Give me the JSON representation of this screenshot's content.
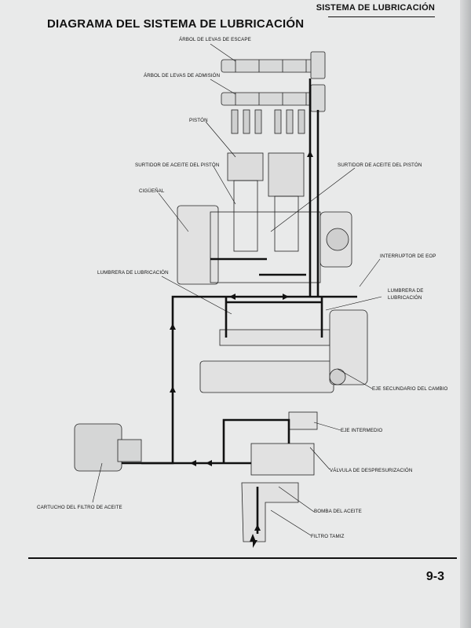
{
  "header": {
    "section": "SISTEMA DE LUBRICACIÓN"
  },
  "title": "DIAGRAMA DEL SISTEMA DE LUBRICACIÓN",
  "labels": {
    "exhaust_camshaft": "ÁRBOL DE LEVAS DE ESCAPE",
    "intake_camshaft": "ÁRBOL DE LEVAS DE ADMISIÓN",
    "piston": "PISTÓN",
    "piston_oil_jet_left": "SURTIDOR DE ACEITE DEL PISTÓN",
    "piston_oil_jet_right": "SURTIDOR DE ACEITE DEL PISTÓN",
    "crankshaft": "CIGÜEÑAL",
    "oil_gallery_left": "LUMBRERA DE LUBRICACIÓN",
    "eop_switch": "INTERRUPTOR DE EOP",
    "oil_gallery_right_line1": "LUMBRERA DE",
    "oil_gallery_right_line2": "LUBRICACIÓN",
    "countershaft": "EJE SECUNDARIO DEL CAMBIO",
    "mainshaft": "EJE INTERMEDIO",
    "relief_valve": "VÁLVULA DE DESPRESURIZACIÓN",
    "oil_filter": "CARTUCHO DEL FILTRO DE ACEITE",
    "oil_pump": "BOMBA DEL ACEITE",
    "strainer": "FILTRO TAMIZ"
  },
  "footer": {
    "page_number": "9-3"
  }
}
